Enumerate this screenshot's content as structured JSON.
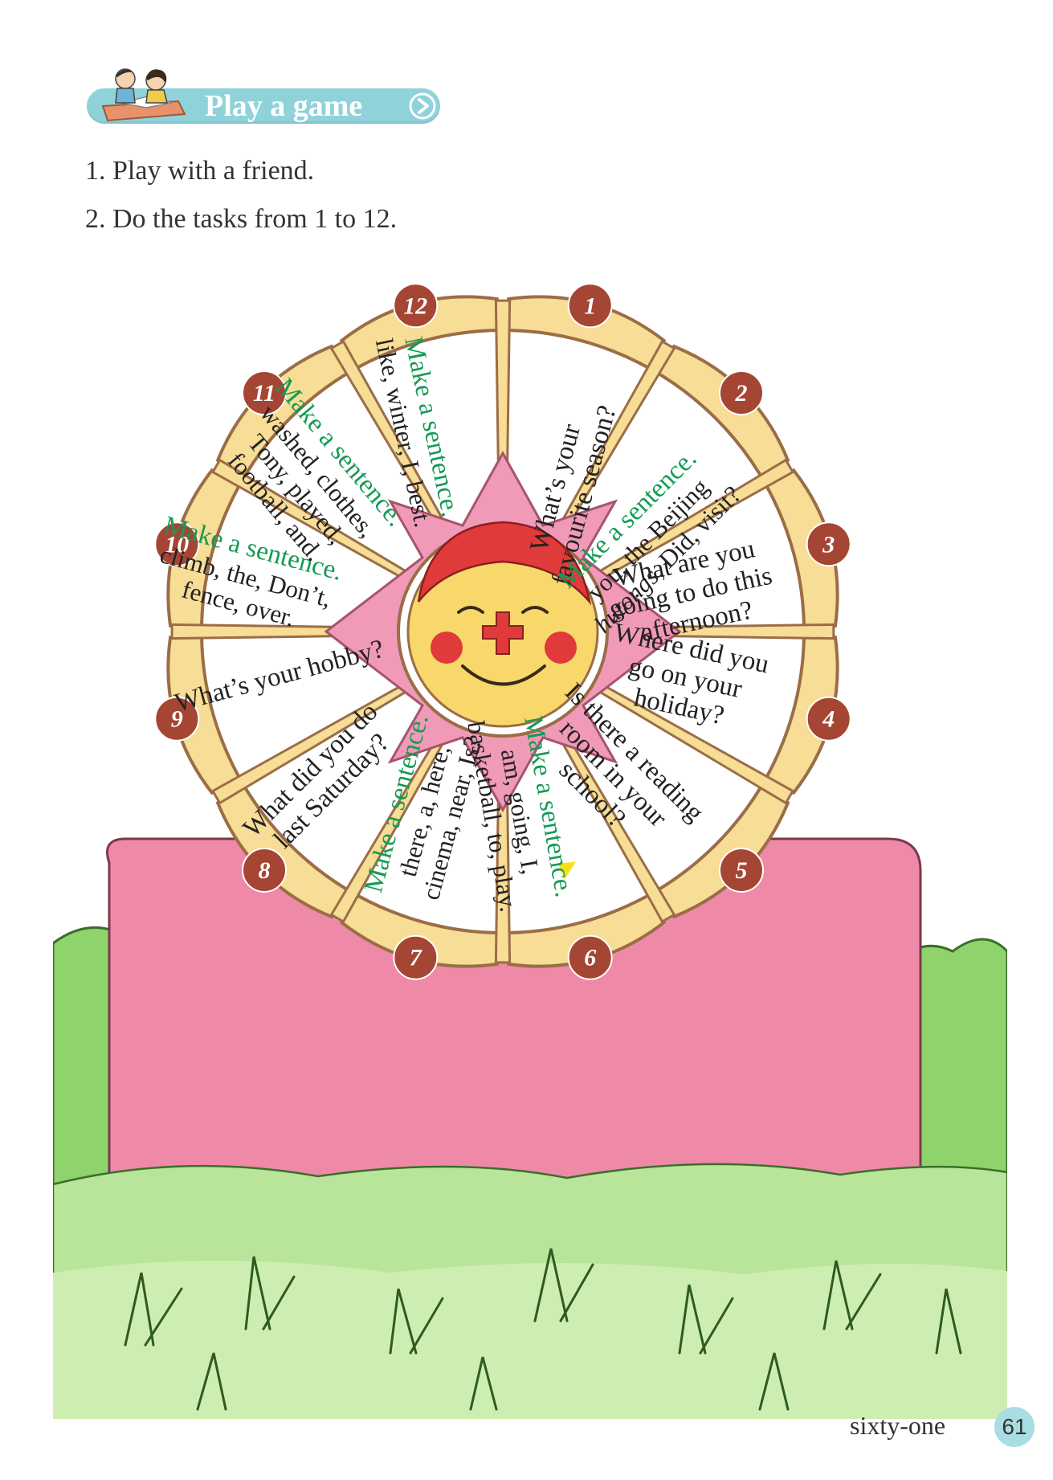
{
  "banner": {
    "title": "Play a game",
    "icon": "kids-reading-icon"
  },
  "instructions": [
    "1. Play with a friend.",
    "2. Do the tasks from 1 to 12."
  ],
  "wheel": {
    "colors": {
      "rim": "#f7dd95",
      "outline": "#9b6d47",
      "badge": "#a54534",
      "hub": "#f09ab7",
      "face": "#f8d86a",
      "hair": "#e03a3a"
    },
    "segments": [
      {
        "number": "1",
        "question": "What’s your favourite season?"
      },
      {
        "number": "2",
        "task": "Make a sentence.",
        "words": "you, the Beijing hutongs, Did, visit?"
      },
      {
        "number": "3",
        "question": "What are you going to do this afternoon?"
      },
      {
        "number": "4",
        "question": "Where did you go on your holiday?"
      },
      {
        "number": "5",
        "question": "Is there a reading room in your school?"
      },
      {
        "number": "6",
        "task": "Make a sentence.",
        "words": "am, going, I, basketball, to, play."
      },
      {
        "number": "7",
        "task": "Make a sentence.",
        "words": "there, a, here, cinema, near, Is?"
      },
      {
        "number": "8",
        "question": "What did you do last Saturday?"
      },
      {
        "number": "9",
        "question": "What’s your hobby?"
      },
      {
        "number": "10",
        "task": "Make a sentence.",
        "words": "climb, the, Don’t, fence, over."
      },
      {
        "number": "11",
        "task": "Make a sentence.",
        "words": "washed, clothes, Tony, played, football, and."
      },
      {
        "number": "12",
        "task": "Make a sentence.",
        "words": "like, winter, I, best."
      }
    ]
  },
  "footer": {
    "page_word": "sixty-one",
    "page_number": "61"
  }
}
